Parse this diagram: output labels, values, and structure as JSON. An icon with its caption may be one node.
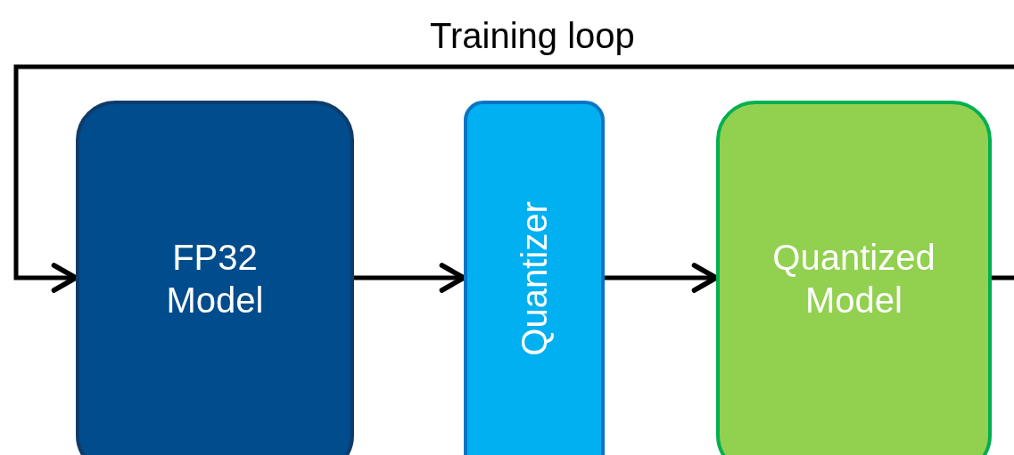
{
  "diagram": {
    "nodes": [
      {
        "text": [
          "FP32 Model"
        ]
      },
      {
        "text": [
          "Quantizer"
        ]
      },
      {
        "text": [
          "Quantized Model"
        ]
      }
    ],
    "edges": [
      {
        "from": 0,
        "to": 1,
        "arrow": "to"
      },
      {
        "from": 1,
        "to": 2,
        "arrow": "to"
      },
      {
        "from": 2,
        "to": 0,
        "arrow": "to",
        "label": "Training loop"
      }
    ]
  }
}
